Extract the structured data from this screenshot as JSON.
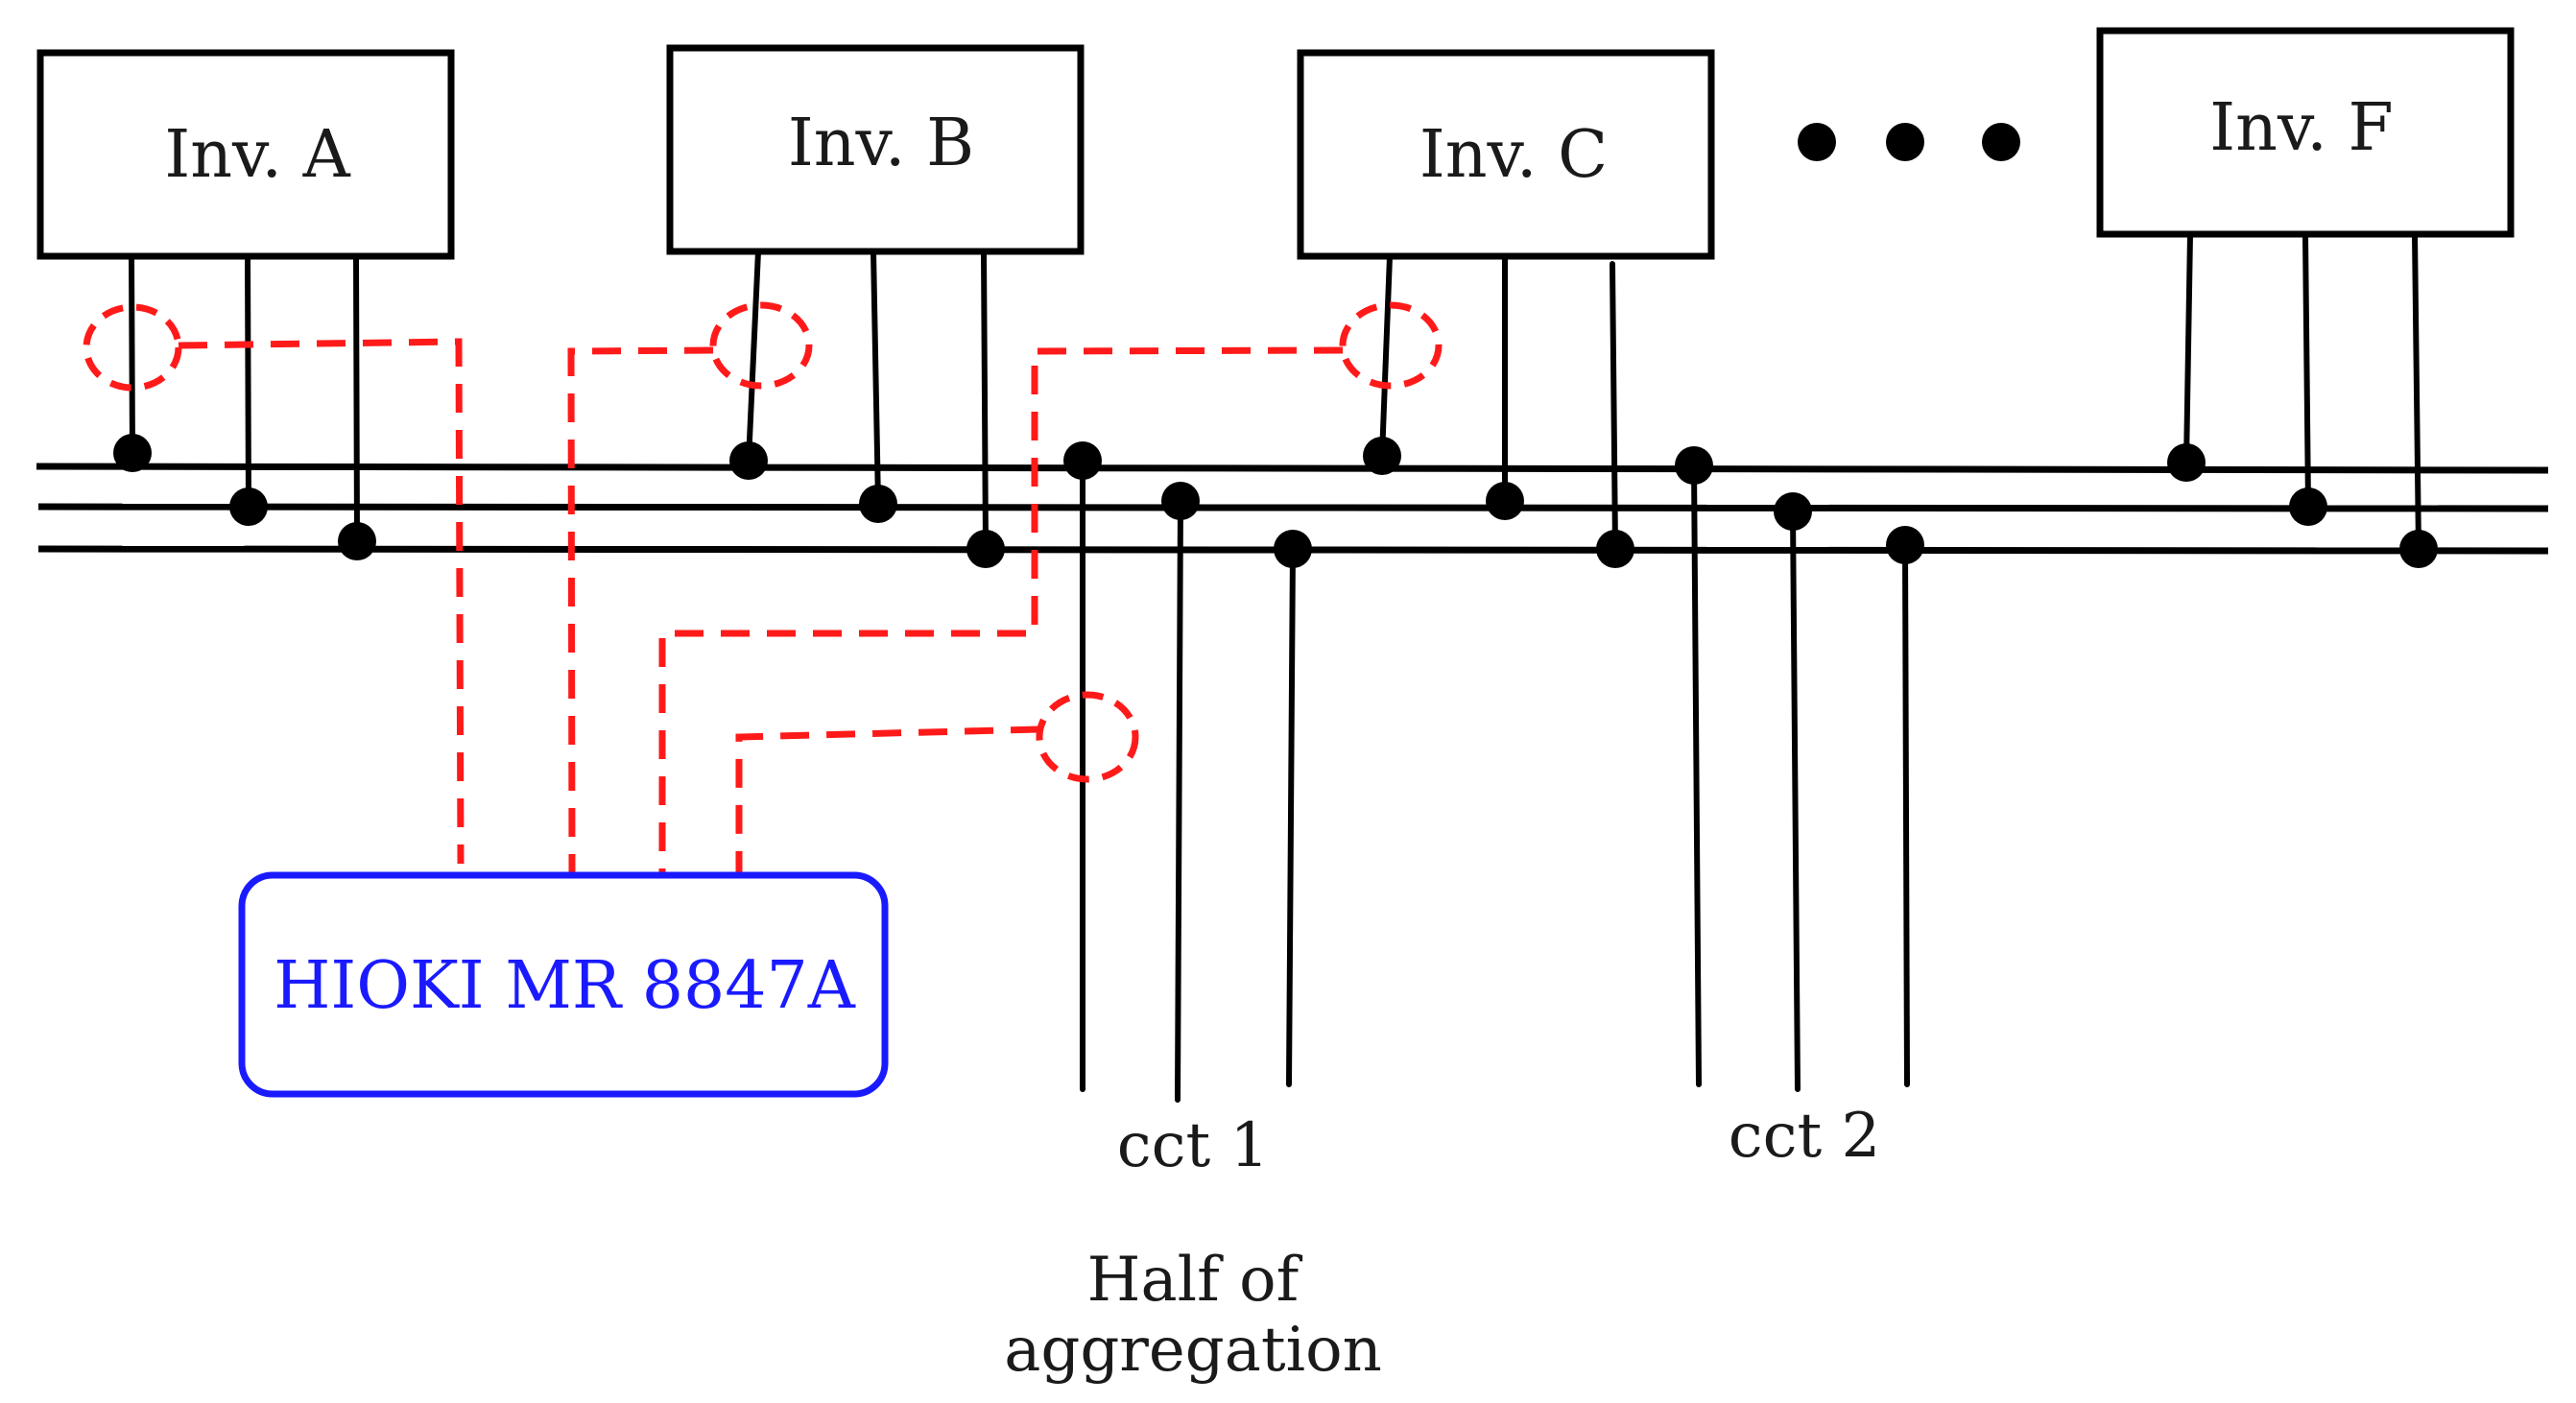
{
  "inverters": [
    {
      "name": "Inv. A"
    },
    {
      "name": "Inv. B"
    },
    {
      "name": "Inv. C"
    },
    {
      "name": "Inv. F"
    }
  ],
  "meter": {
    "name": "HIOKI MR 8847A",
    "color": "#1a1aff"
  },
  "circuits": [
    {
      "name": "cct 1"
    },
    {
      "name": "cct 2"
    }
  ],
  "caption": {
    "line1": "Half of",
    "line2": "aggregation"
  },
  "colors": {
    "probe": "#ff1a1a",
    "wire": "#000000"
  }
}
